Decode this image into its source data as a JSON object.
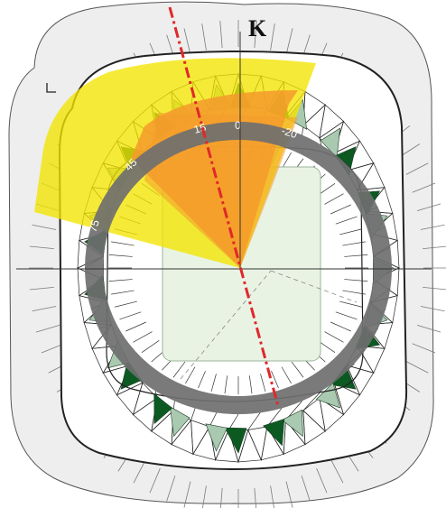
{
  "diagram": {
    "north_label": "K",
    "ring_labels": {
      "l75": "75",
      "l45": "45",
      "l15": "15",
      "l0": "0",
      "lm20": "-20"
    },
    "colors": {
      "sector_outer": "#f4e400",
      "sector_inner": "#f49a2c",
      "ring": "#6f6f6f",
      "axis_line": "#e0282a",
      "panel_dark": "#0c5a22",
      "panel_light": "#a9c9b0",
      "pitch": "#e9f3e4",
      "stand_segment": "#eeeeee",
      "outline": "#222222"
    }
  }
}
